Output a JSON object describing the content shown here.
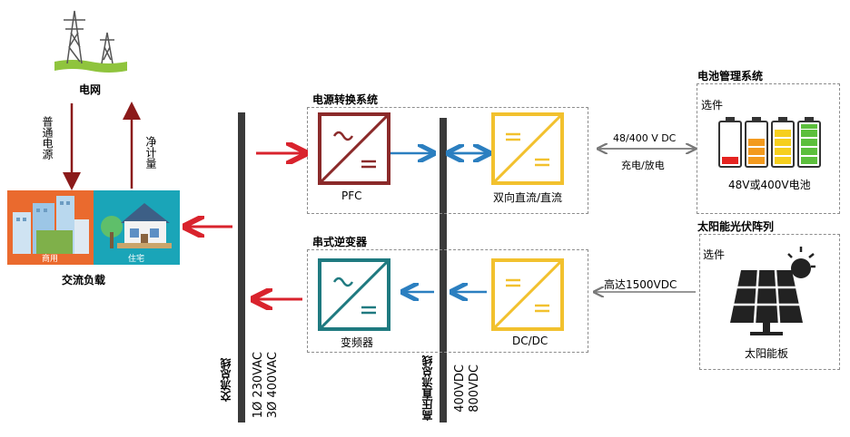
{
  "grid": {
    "label": "电网"
  },
  "flows": {
    "supply": "普通电源",
    "net_metering": "净计量"
  },
  "ac_load": {
    "label": "交流负载",
    "commercial": "商用",
    "residential": "住宅"
  },
  "ac_bus": {
    "label": "交流总线",
    "line1": "1Ø 230VAC",
    "line2": "3Ø 400VAC"
  },
  "hv_bus": {
    "label": "高压直流总线",
    "line1": "400VDC",
    "line2": "800VDC"
  },
  "pcs": {
    "title": "电源转换系统",
    "pfc": "PFC",
    "bidi": "双向直流/直流"
  },
  "string_inverter": {
    "title": "串式逆变器",
    "inverter": "变频器",
    "dcdc": "DC/DC"
  },
  "battery": {
    "title": "电池管理系统",
    "optional": "选件",
    "voltage_link": "48/400 V DC",
    "charge_link": "充电/放电",
    "label": "48V或400V电池"
  },
  "solar": {
    "title": "太阳能光伏阵列",
    "optional": "选件",
    "link": "高达1500VDC",
    "panel": "太阳能板"
  },
  "colors": {
    "pfc": "#8b2a2a",
    "dcdc": "#f2c12e",
    "inverter": "#1f7a80",
    "ac_arrow": "#d9232d",
    "dc_arrow": "#2b7fc0"
  },
  "icons": [
    "transmission-tower-icon",
    "buildings-icon",
    "house-icon",
    "battery-icon",
    "solar-panel-icon",
    "sun-icon"
  ]
}
